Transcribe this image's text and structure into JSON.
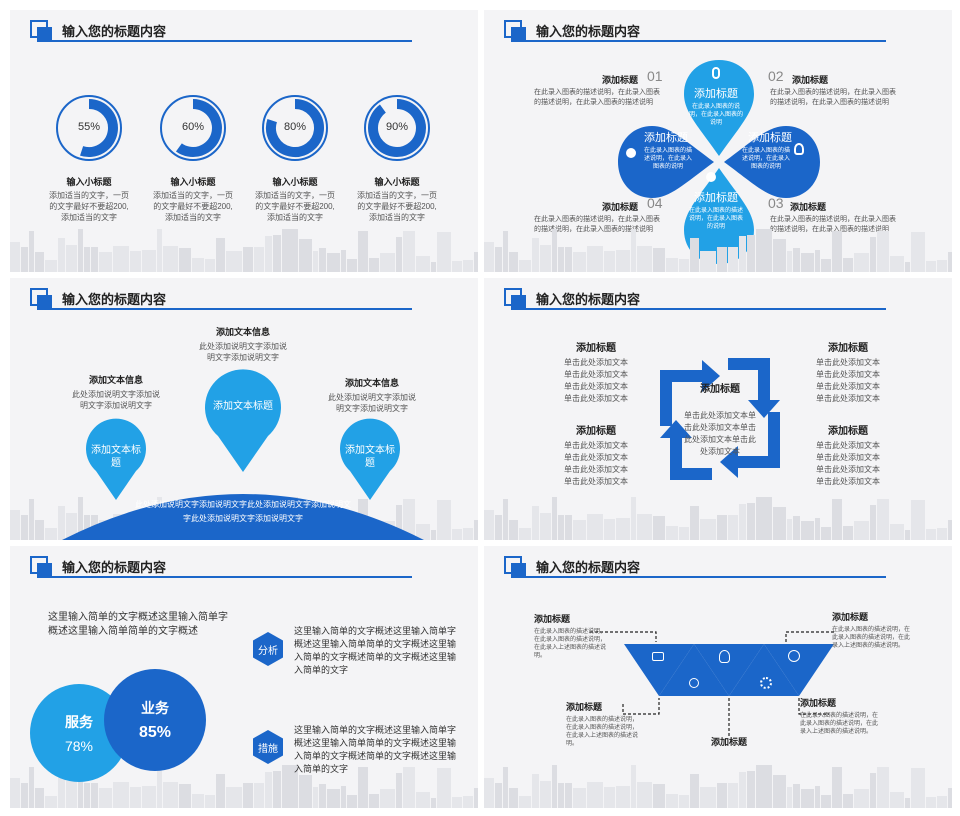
{
  "title": "输入您的标题内容",
  "slide1": {
    "items": [
      {
        "pct": "55%",
        "value": 55,
        "heading": "输入小标题",
        "desc": "添加适当的文字，一页的文字最好不要超200,添加适当的文字"
      },
      {
        "pct": "60%",
        "value": 60,
        "heading": "输入小标题",
        "desc": "添加适当的文字，一页的文字最好不要超200,添加适当的文字"
      },
      {
        "pct": "80%",
        "value": 80,
        "heading": "输入小标题",
        "desc": "添加适当的文字，一页的文字最好不要超200,添加适当的文字"
      },
      {
        "pct": "90%",
        "value": 90,
        "heading": "输入小标题",
        "desc": "添加适当的文字，一页的文字最好不要超200,添加适当的文字"
      }
    ]
  },
  "slide2": {
    "corner_labels": [
      {
        "num": "01",
        "title": "添加标题",
        "desc": "在此录入图表的描述说明，在此录入图表的描述说明，在此录入图表的描述说明"
      },
      {
        "num": "02",
        "title": "添加标题",
        "desc": "在此录入图表的描述说明，在此录入图表的描述说明，在此录入图表的描述说明"
      },
      {
        "num": "03",
        "title": "添加标题",
        "desc": "在此录入图表的描述说明，在此录入图表的描述说明，在此录入图表的描述说明"
      },
      {
        "num": "04",
        "title": "添加标题",
        "desc": "在此录入图表的描述说明，在此录入图表的描述说明，在此录入图表的描述说明"
      }
    ],
    "petals": [
      {
        "title": "添加标题",
        "desc": "在此录入图表的说明，在此录入图表的说明",
        "icon": "microphone-icon"
      },
      {
        "title": "添加标题",
        "desc": "在此录入图表的描述说明，在此录入图表的说明",
        "icon": "lightbulb-icon"
      },
      {
        "title": "添加标题",
        "desc": "在此录入图表的描述说明，在此录入图表的说明",
        "icon": "satellite-icon"
      },
      {
        "title": "添加标题",
        "desc": "在此录入图表的描述说明，在此录入图表的说明",
        "icon": "share-icon"
      }
    ]
  },
  "slide3": {
    "pins": [
      {
        "heading": "添加文本信息",
        "desc": "此处添加说明文字添加说明文字添加说明文字",
        "label": "添加文本标题"
      },
      {
        "heading": "添加文本信息",
        "desc": "此处添加说明文字添加说明文字添加说明文字",
        "label": "添加文本标题"
      },
      {
        "heading": "添加文本信息",
        "desc": "此处添加说明文字添加说明文字添加说明文字",
        "label": "添加文本标题"
      }
    ],
    "dome_text": "此处添加说明文字添加说明文字此处添加说明文字添加说明文字此处添加说明文字添加说明文字"
  },
  "slide4": {
    "center_title": "添加标题",
    "center_desc": "单击此处添加文本单击此处添加文本单击此处添加文本单击此处添加文本",
    "blocks": [
      {
        "title": "添加标题",
        "desc": "单击此处添加文本单击此处添加文本单击此处添加文本单击此处添加文本"
      },
      {
        "title": "添加标题",
        "desc": "单击此处添加文本单击此处添加文本单击此处添加文本单击此处添加文本"
      },
      {
        "title": "添加标题",
        "desc": "单击此处添加文本单击此处添加文本单击此处添加文本单击此处添加文本"
      },
      {
        "title": "添加标题",
        "desc": "单击此处添加文本单击此处添加文本单击此处添加文本单击此处添加文本"
      }
    ]
  },
  "slide5": {
    "intro": "这里输入简单的文字概述这里输入简单字概述这里输入简单简单的文字概述",
    "circle1": {
      "label": "服务",
      "pct": "78%"
    },
    "circle2": {
      "label": "业务",
      "pct": "85%"
    },
    "points": [
      {
        "tag": "分析",
        "text": "这里输入简单的文字概述这里输入简单字概述这里输入简单简单的文字概述这里输入简单的文字概述简单的文字概述这里输入简单的文字"
      },
      {
        "tag": "措施",
        "text": "这里输入简单的文字概述这里输入简单字概述这里输入简单简单的文字概述这里输入简单的文字概述简单的文字概述这里输入简单的文字"
      }
    ]
  },
  "slide6": {
    "labels": [
      {
        "title": "添加标题",
        "desc": "在此录入图表的描述说明，在此录入图表的描述说明，在此录入上述图表的描述说明。"
      },
      {
        "title": "添加标题",
        "desc": "在此录入图表的描述说明，在此录入图表的描述说明，在此录入上述图表的描述说明。"
      },
      {
        "title": "添加标题",
        "desc": "在此录入图表的描述说明，在此录入图表的描述说明，在此录入上述图表的描述说明。"
      },
      {
        "title": "添加标题",
        "desc": "在此录入图表的描述说明，在此录入图表的描述说明，在此录入上述图表的描述说明。"
      }
    ],
    "bottom_title": "添加标题"
  }
}
